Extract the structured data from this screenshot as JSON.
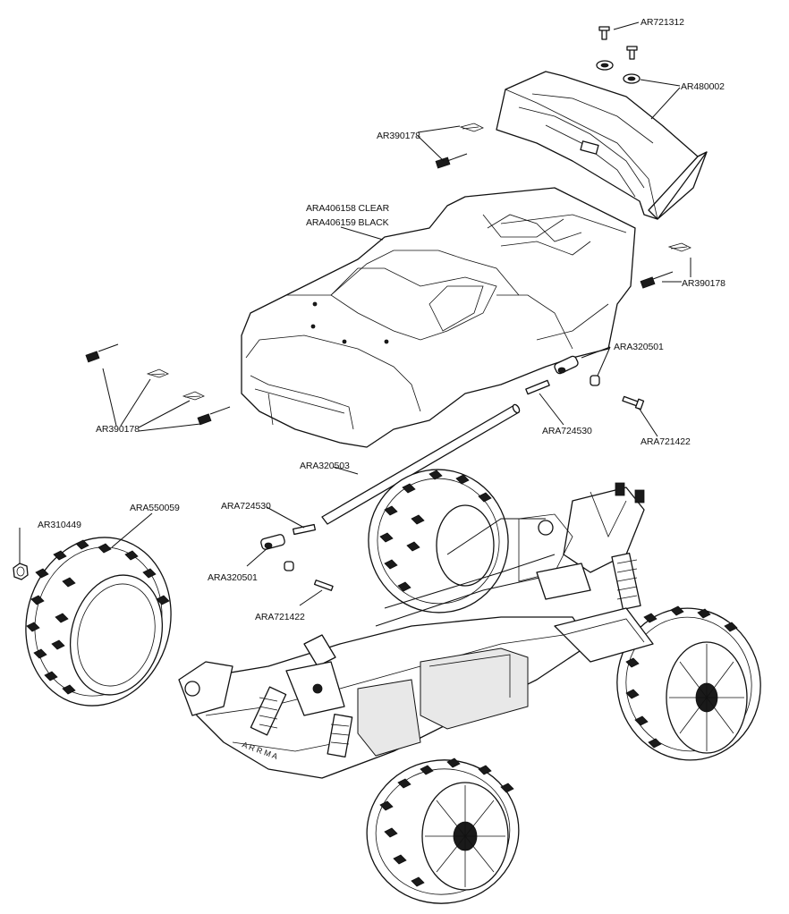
{
  "labels": {
    "wing_screw": "AR721312",
    "wing_washer": "AR480002",
    "body_clip_top": "AR390178",
    "body_clear": "ARA406158 CLEAR",
    "body_black": "ARA406159 BLACK",
    "body_clip_right": "AR390178",
    "body_clip_left": "AR390178",
    "rod_end_right": "ARA320501",
    "pin_right": "ARA724530",
    "screw_right": "ARA721422",
    "tube": "ARA320503",
    "pin_left": "ARA724530",
    "rod_end_left": "ARA320501",
    "screw_left": "ARA721422",
    "wheel_nut": "AR310449",
    "wheel": "ARA550059"
  }
}
